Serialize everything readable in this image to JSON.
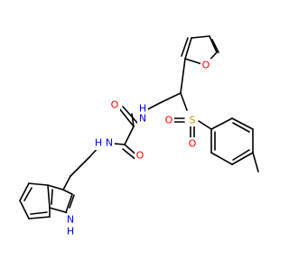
{
  "colors": {
    "bond": "#000000",
    "oxygen": "#ff0000",
    "nitrogen": "#0000ff",
    "sulfur": "#b8a000",
    "background": "#ffffff"
  },
  "atoms": {
    "o_furan": {
      "text": "O",
      "element": "oxygen"
    },
    "o_sulfonyl_left": {
      "text": "O",
      "element": "oxygen"
    },
    "o_sulfonyl_bottom": {
      "text": "O",
      "element": "oxygen"
    },
    "s_sulfonyl": {
      "text": "S",
      "element": "sulfur"
    },
    "o_amide_top": {
      "text": "O",
      "element": "oxygen"
    },
    "o_amide_bottom": {
      "text": "O",
      "element": "oxygen"
    },
    "nh_right": {
      "text": "H",
      "element": "nitrogen"
    },
    "n_right": {
      "text": "N",
      "element": "nitrogen"
    },
    "n_left": {
      "text": "N",
      "element": "nitrogen"
    },
    "h_left": {
      "text": "H",
      "element": "nitrogen"
    },
    "n_indole": {
      "text": "N",
      "element": "nitrogen"
    },
    "h_indole": {
      "text": "H",
      "element": "nitrogen"
    }
  }
}
